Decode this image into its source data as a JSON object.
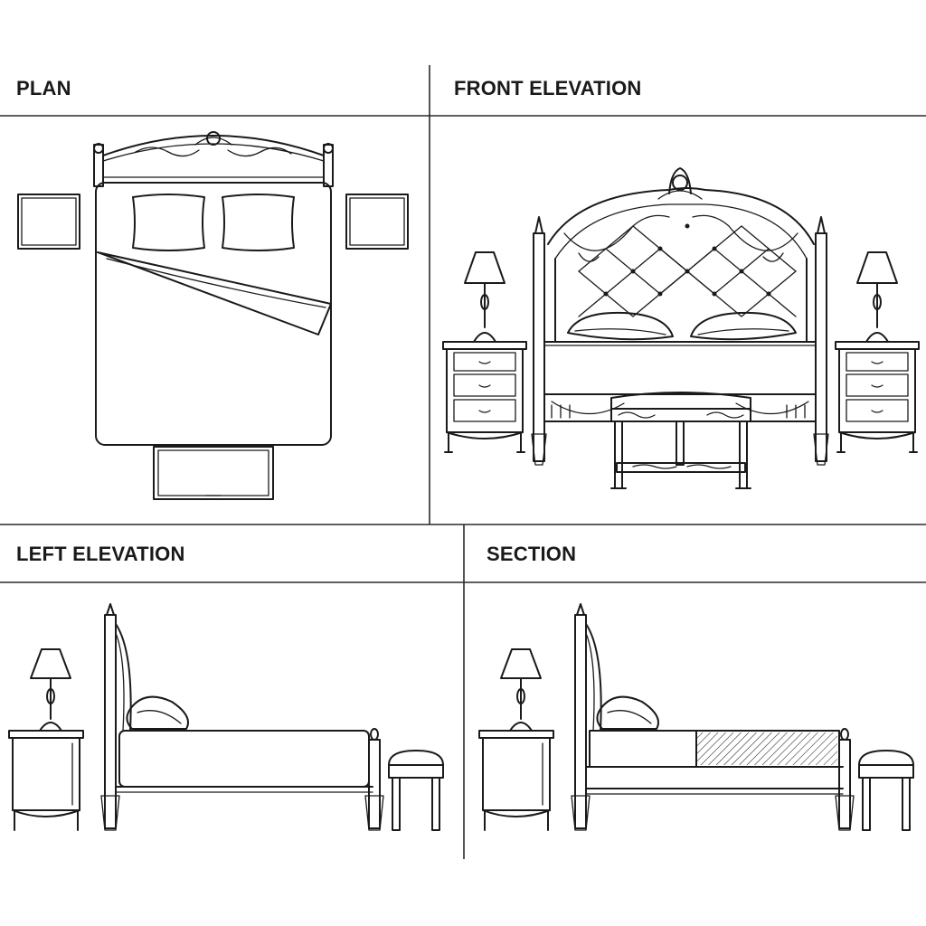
{
  "panels": {
    "plan": {
      "title": "PLAN"
    },
    "front": {
      "title": "FRONT ELEVATION"
    },
    "left": {
      "title": "LEFT ELEVATION"
    },
    "section": {
      "title": "SECTION"
    }
  },
  "icons": {
    "line_color": "#1a1a1a",
    "background": "#ffffff"
  }
}
